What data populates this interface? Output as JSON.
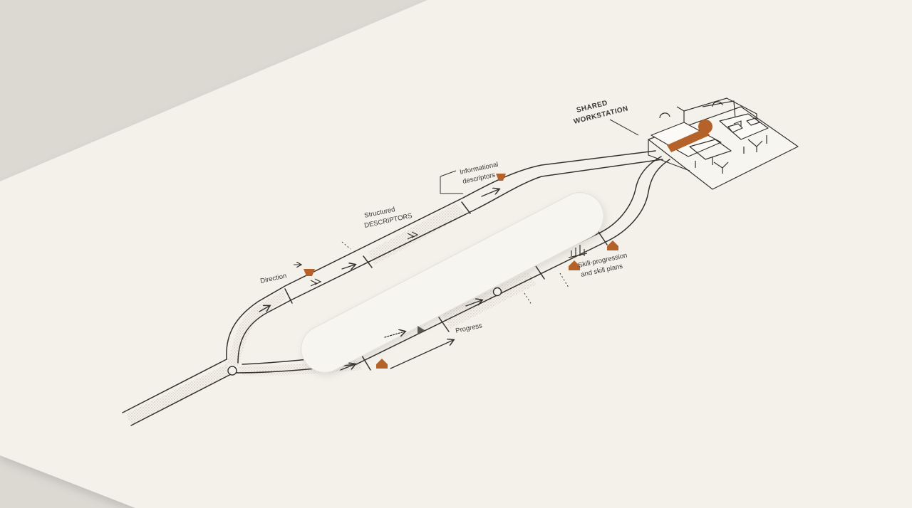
{
  "labels": {
    "direction": "Direction",
    "structured_line1": "Structured",
    "structured_line2": "DESCRIPTORS",
    "informational_line1": "Informational",
    "informational_line2": "descriptors",
    "workstation_line1": "SHARED",
    "workstation_line2": "WORKSTATION",
    "progress": "Progress",
    "skill_line1": "Skill-progression",
    "skill_line2": "and skill plans"
  },
  "colors": {
    "background": "#dcd9d3",
    "paper": "#f4f1ea",
    "ink": "#35322e",
    "accent": "#b5622a",
    "stipple": "#bdb7ad"
  },
  "icons": [
    "direction-arrow-icon",
    "progress-arrow-icon",
    "workstation-illustration-icon",
    "chevron-double-icon",
    "bar-chart-icon",
    "node-circle-icon"
  ]
}
